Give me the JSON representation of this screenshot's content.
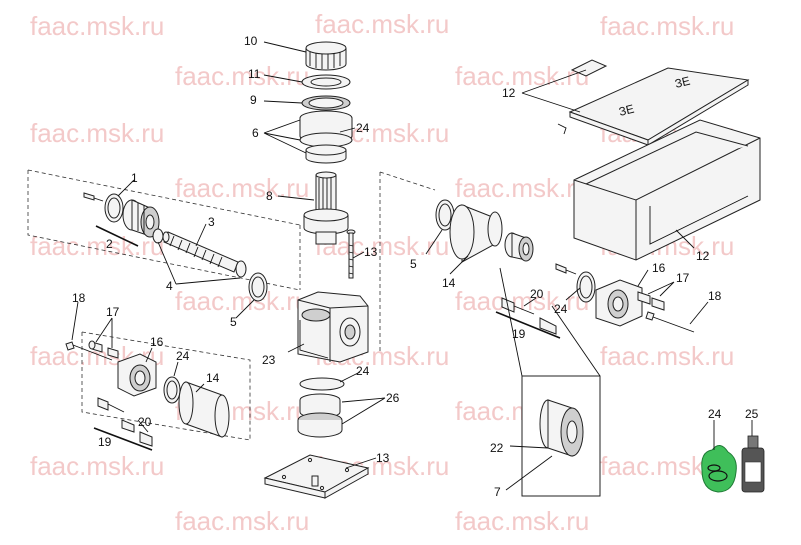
{
  "watermark": "faac.msk.ru",
  "labels": {
    "p1": "1",
    "p2": "2",
    "p3": "3",
    "p4": "4",
    "p5": "5",
    "p6": "6",
    "p7": "7",
    "p8": "8",
    "p9": "9",
    "p10": "10",
    "p11": "11",
    "p12": "12",
    "p13": "13",
    "p14": "14",
    "p16": "16",
    "p17": "17",
    "p18": "18",
    "p19": "19",
    "p20": "20",
    "p22": "22",
    "p23": "23",
    "p24": "24",
    "p25": "25",
    "p26": "26"
  },
  "colors": {
    "kit_green": "#3fbf5a",
    "bottle": "#555555"
  }
}
